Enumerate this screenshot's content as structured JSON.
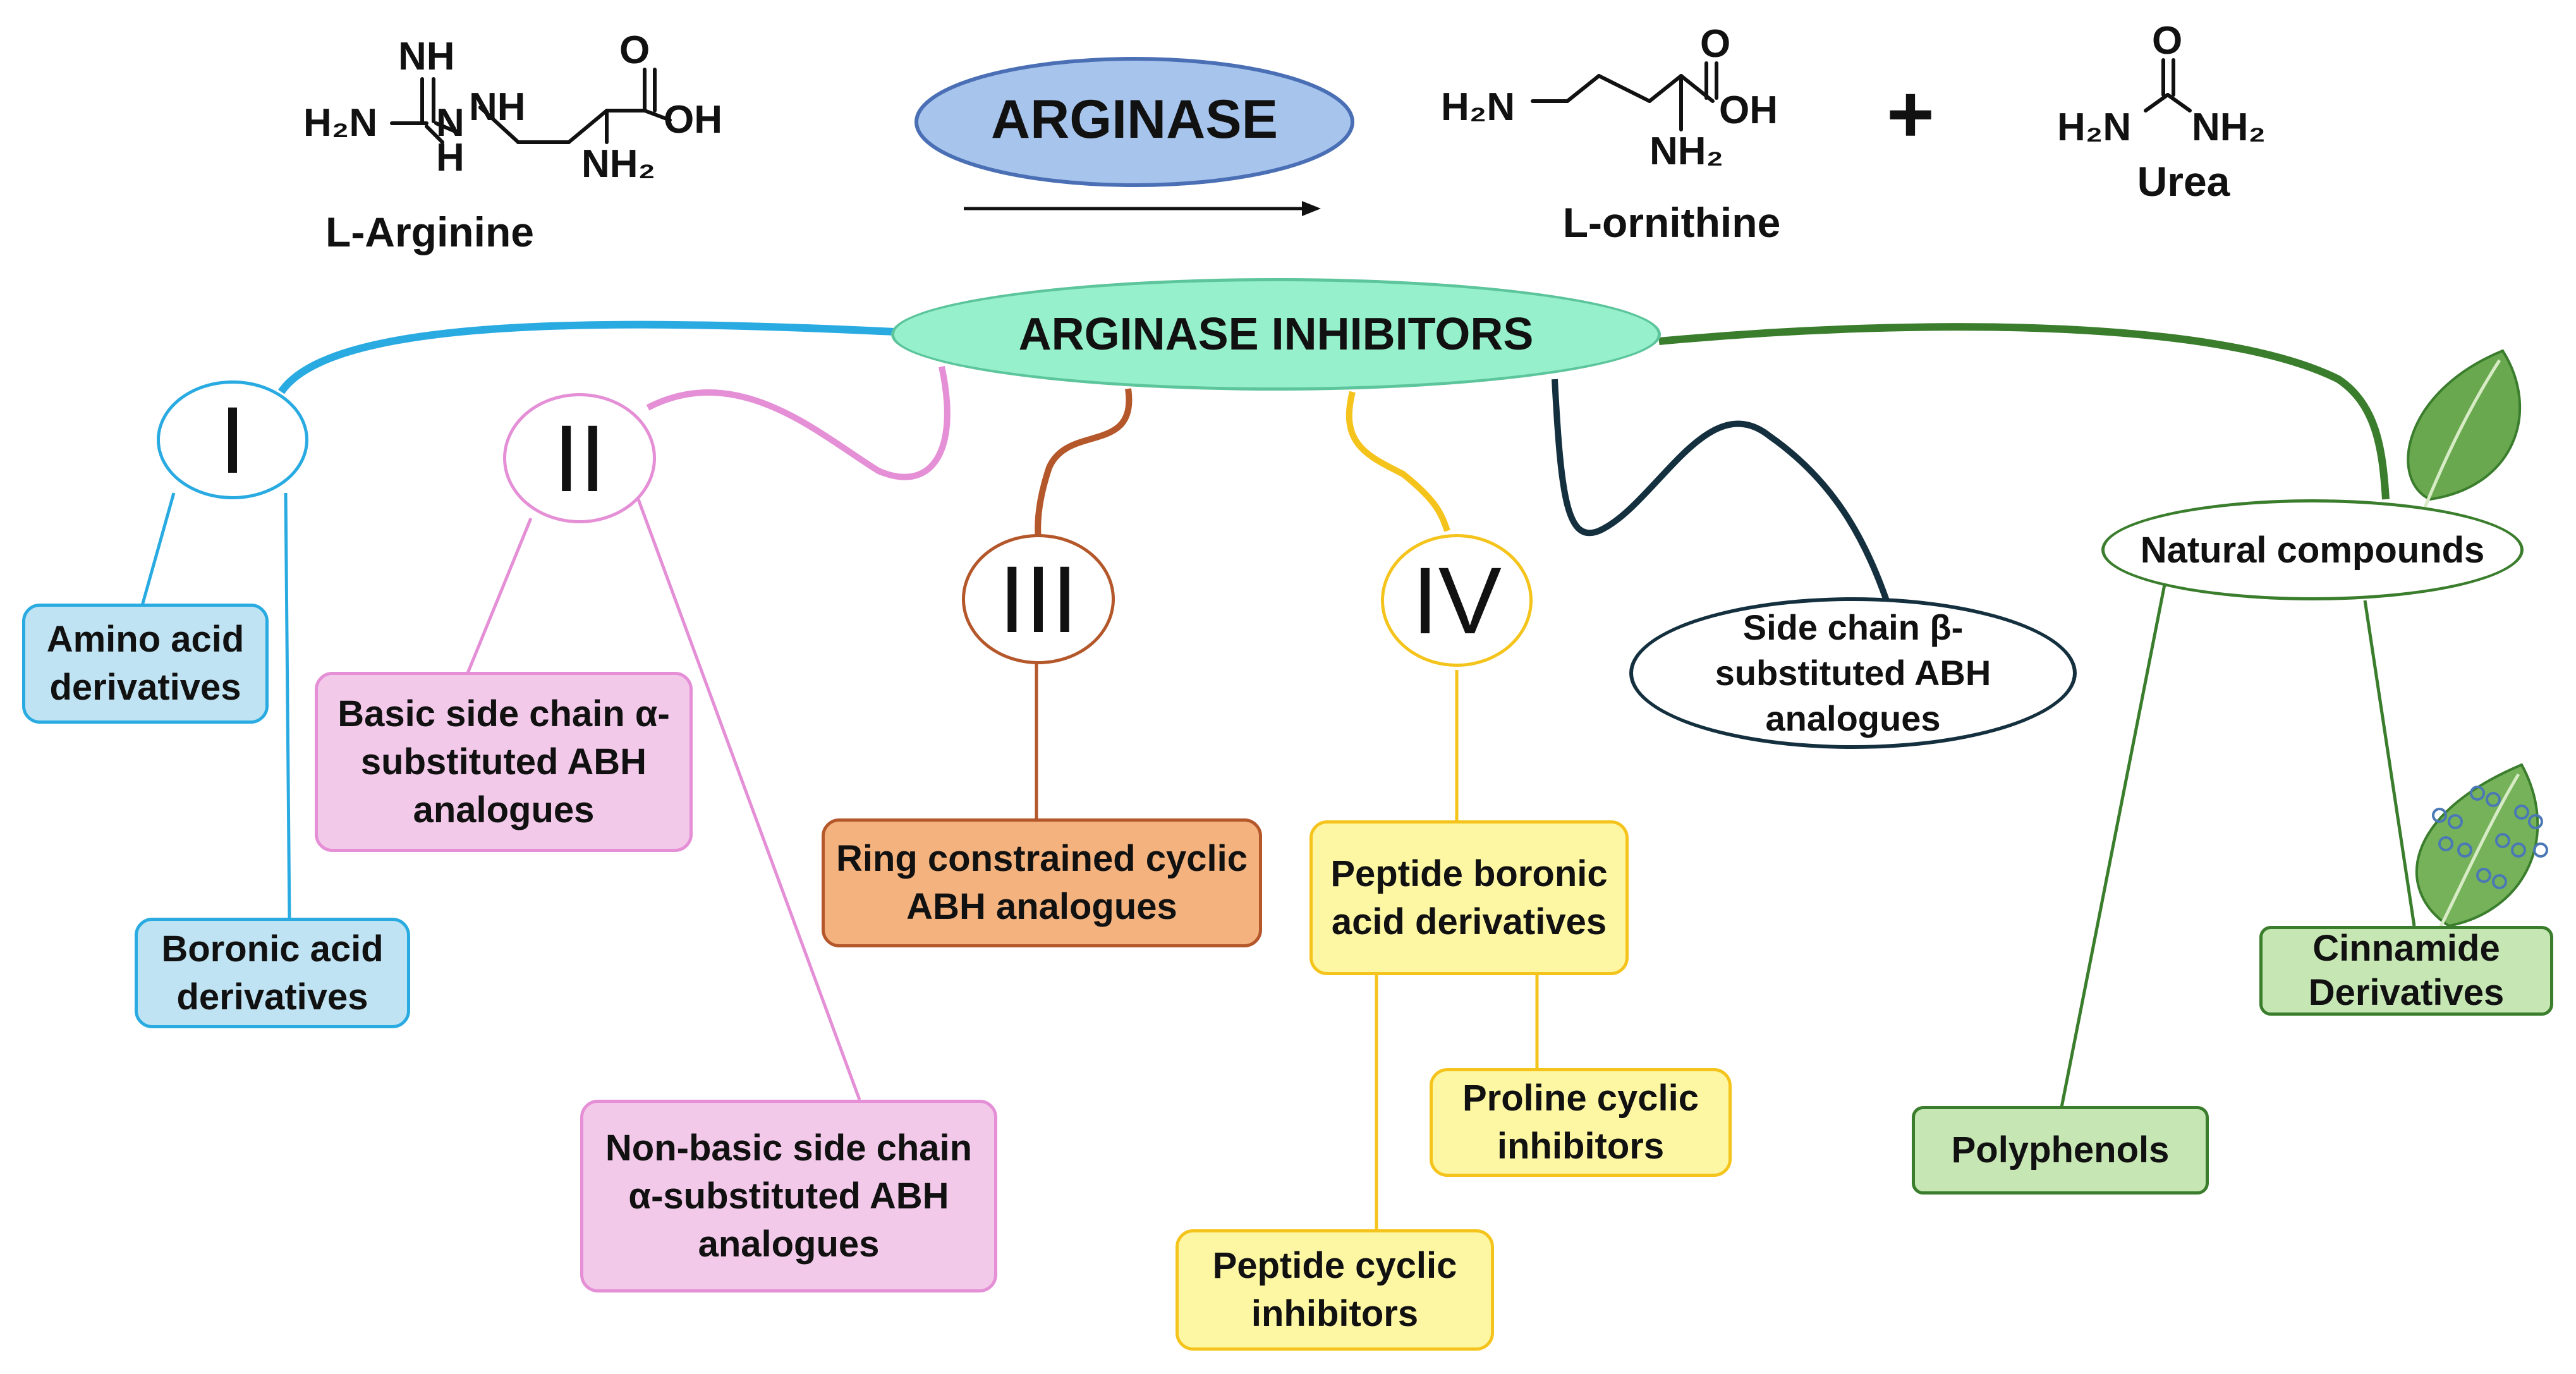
{
  "reaction": {
    "substrate": "L-Arginine",
    "enzyme": "ARGINASE",
    "product1": "L-ornithine",
    "plus": "+",
    "product2": "Urea",
    "atoms": {
      "nh": "NH",
      "hn": "H₂N",
      "n": "N",
      "h": "H",
      "o": "O",
      "oh": "OH",
      "nh2": "NH₂"
    }
  },
  "center": {
    "title": "ARGINASE INHIBITORS"
  },
  "classes": [
    {
      "numeral": "I",
      "color": "#29abe2",
      "fill": "#bfe3f2",
      "items": [
        "Amino acid derivatives",
        "Boronic acid derivatives"
      ]
    },
    {
      "numeral": "II",
      "color": "#e48fd6",
      "fill": "#f3c9ea",
      "items": [
        "Basic side chain α-substituted ABH analogues",
        "Non-basic side chain α-substituted ABH analogues"
      ]
    },
    {
      "numeral": "III",
      "color": "#b4572a",
      "fill": "#f3b27e",
      "items": [
        "Ring constrained cyclic ABH analogues"
      ]
    },
    {
      "numeral": "IV",
      "color": "#f5c41c",
      "fill": "#fdf6a3",
      "items": [
        "Peptide boronic acid derivatives",
        "Proline cyclic inhibitors",
        "Peptide cyclic inhibitors"
      ]
    }
  ],
  "side_chain": {
    "label": "Side chain β-substituted ABH analogues",
    "color": "#14303f"
  },
  "natural": {
    "label": "Natural compounds",
    "color": "#3a7d2c",
    "fill": "#c6e7b4",
    "items": [
      "Polyphenols",
      "Cinnamide Derivatives"
    ]
  },
  "icons": [
    "leaf-icon",
    "leaf-with-molecules-icon"
  ]
}
